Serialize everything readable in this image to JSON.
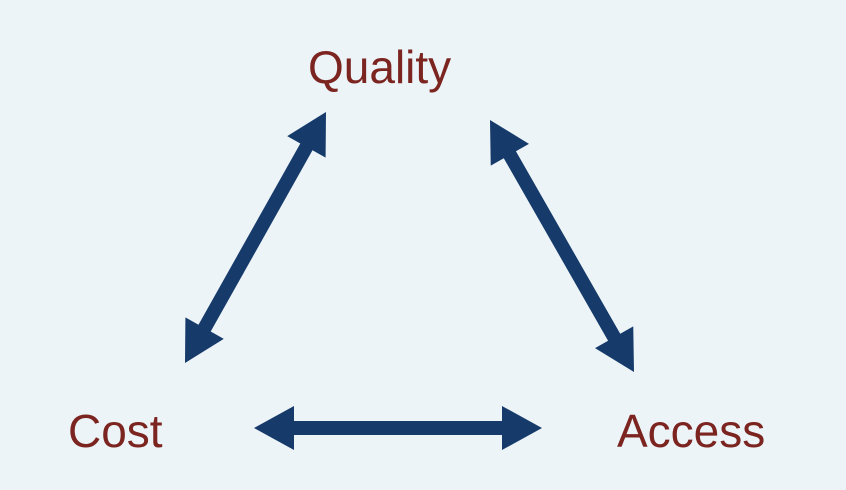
{
  "diagram": {
    "nodes": [
      {
        "id": "quality",
        "label": "Quality"
      },
      {
        "id": "cost",
        "label": "Cost"
      },
      {
        "id": "access",
        "label": "Access"
      }
    ],
    "edges": [
      {
        "from": "quality",
        "to": "cost",
        "direction": "both"
      },
      {
        "from": "quality",
        "to": "access",
        "direction": "both"
      },
      {
        "from": "cost",
        "to": "access",
        "direction": "both"
      }
    ]
  },
  "colors": {
    "background": "#ecf4f8",
    "text": "#7b2420",
    "arrow": "#163a6a"
  }
}
